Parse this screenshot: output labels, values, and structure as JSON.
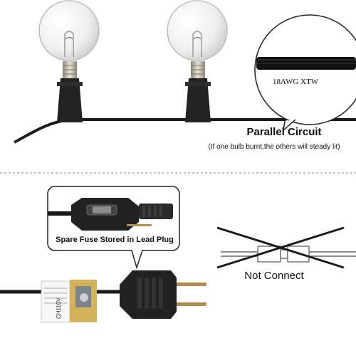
{
  "labels": {
    "wire_spec": "18AWG XTW",
    "circuit_title": "Parallel Circuit",
    "circuit_note": "(If one bulb burnt,the others will steady lit)",
    "fuse_caption": "Spare Fuse Stored in Lead Plug",
    "not_connect": "Not Connect",
    "cert_mark": "CH110V"
  },
  "colors": {
    "cord": "#1a1a1a",
    "socket": "#232323",
    "bulb_glass": "#f2f2f2",
    "bulb_base": "#b9b2a4",
    "prong": "#b8894e",
    "tag_gold": "#d4b25a",
    "divider": "#888888"
  }
}
